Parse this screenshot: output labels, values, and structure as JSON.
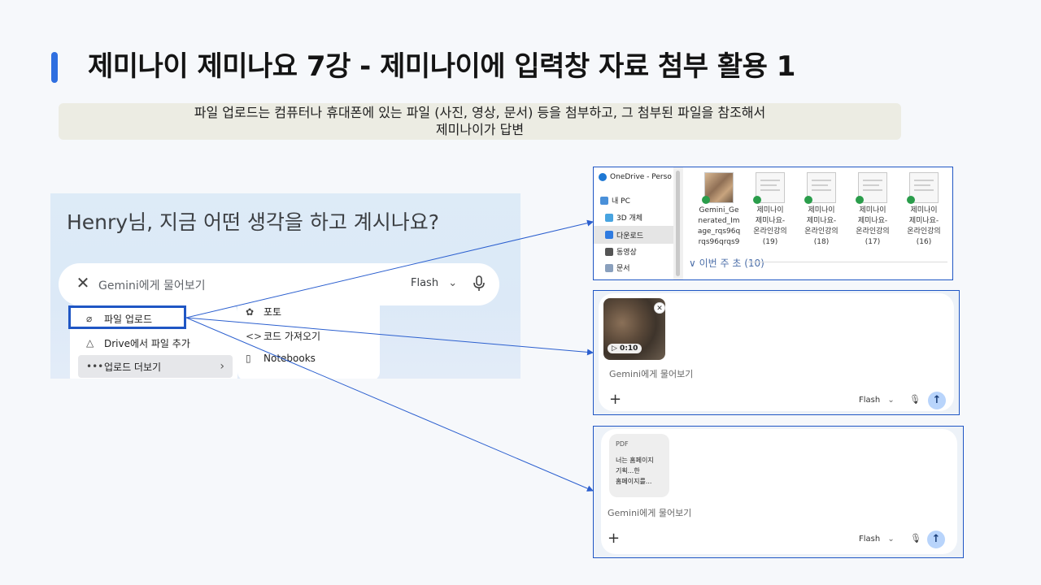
{
  "slide": {
    "title": "제미나이 제미나요 7강 - 제미나이에 입력창 자료 첨부 활용 1",
    "description_line1": "파일 업로드는  컴퓨터나 휴대폰에 있는 파일 (사진, 영상, 문서) 등을 첨부하고,  그 첨부된 파일을 참조해서",
    "description_line2": "제미나이가 답변"
  },
  "gemini": {
    "greeting": "Henry님, 지금 어떤 생각을 하고 계시나요?",
    "placeholder": "Gemini에게 물어보기",
    "model": "Flash",
    "menu": [
      {
        "icon": "paperclip-icon",
        "label": "파일 업로드"
      },
      {
        "icon": "drive-icon",
        "label": "Drive에서 파일 추가"
      },
      {
        "icon": "more-icon",
        "label": "업로드 더보기"
      }
    ],
    "submenu": [
      {
        "icon": "photo-icon",
        "label": "포토"
      },
      {
        "icon": "code-icon",
        "label": "코드 가져오기"
      },
      {
        "icon": "notebook-icon",
        "label": "Notebooks"
      }
    ]
  },
  "explorer": {
    "sidebar": [
      {
        "label": "OneDrive - Perso",
        "icon": "cloud-icon",
        "color": "#1e78d4"
      },
      {
        "label": "내 PC",
        "icon": "pc-icon",
        "color": "#4a90d9"
      },
      {
        "label": "3D 개체",
        "icon": "cube-icon",
        "color": "#48a4e0"
      },
      {
        "label": "다운로드",
        "icon": "download-icon",
        "color": "#2f7be0"
      },
      {
        "label": "동영상",
        "icon": "video-icon",
        "color": "#555"
      },
      {
        "label": "문서",
        "icon": "doc-icon",
        "color": "#8aa0bd"
      }
    ],
    "files": [
      {
        "l1": "Gemini_Ge",
        "l2": "nerated_Im",
        "l3": "age_rqs96q",
        "l4": "rqs96qrqs9"
      },
      {
        "l1": "제미나이",
        "l2": "제미나요-",
        "l3": "온라인강의",
        "l4": "(19)"
      },
      {
        "l1": "제미나이",
        "l2": "제미나요-",
        "l3": "온라인강의",
        "l4": "(18)"
      },
      {
        "l1": "제미나이",
        "l2": "제미나요-",
        "l3": "온라인강의",
        "l4": "(17)"
      },
      {
        "l1": "제미나이",
        "l2": "제미나요-",
        "l3": "온라인강의",
        "l4": "(16)"
      }
    ],
    "group": "∨ 이번 주 초 (10)"
  },
  "video_composer": {
    "duration": "▷ 0:10",
    "placeholder": "Gemini에게 물어보기",
    "model": "Flash"
  },
  "pdf_composer": {
    "type": "PDF",
    "line1": "너는 홈페이지",
    "line2": "기획...한",
    "line3": "홈페이지를...",
    "placeholder": "Gemini에게 물어보기",
    "model": "Flash"
  },
  "colors": {
    "accent": "#2f6fe0",
    "highlight_border": "#1f56c4",
    "arrow": "#2b5fcf"
  }
}
